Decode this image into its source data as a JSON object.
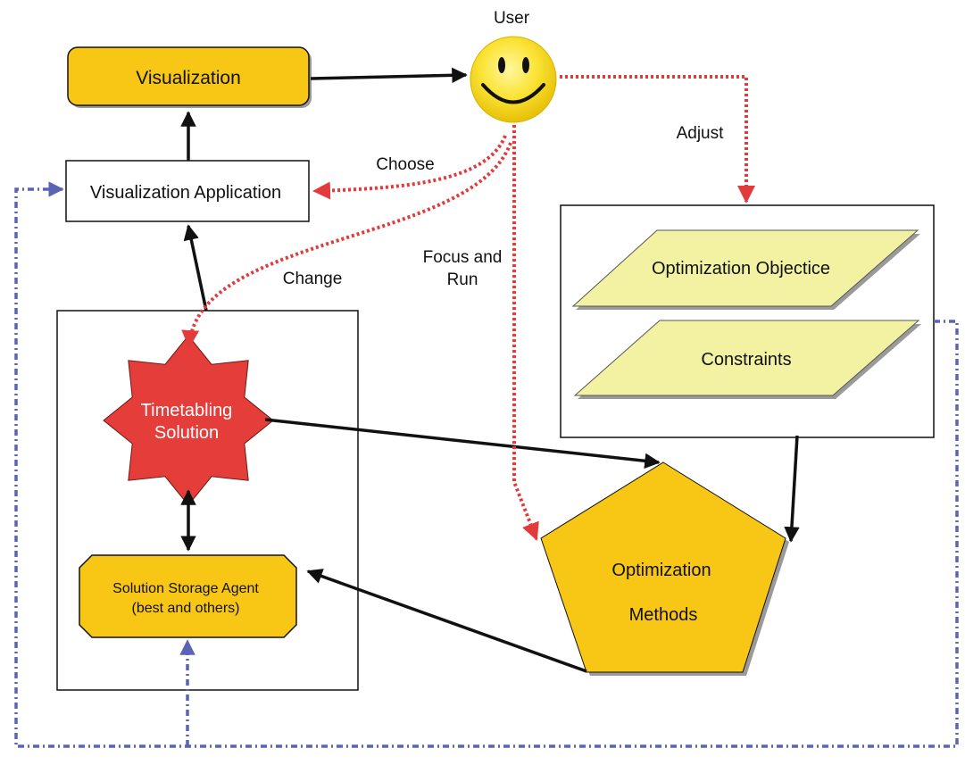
{
  "nodes": {
    "user": "User",
    "visualization": "Visualization",
    "visualization_application": "Visualization Application",
    "timetabling_solution": [
      "Timetabling",
      "Solution"
    ],
    "solution_storage_agent": [
      "Solution Storage Agent",
      "(best and others)"
    ],
    "optimization_methods": [
      "Optimization",
      "Methods"
    ],
    "optimization_objective": "Optimization Objectice",
    "constraints": "Constraints"
  },
  "edge_labels": {
    "choose": "Choose",
    "change": "Change",
    "focus_and_run": [
      "Focus and",
      "Run"
    ],
    "adjust": "Adjust"
  },
  "colors": {
    "gold": "#F8C614",
    "red_node": "#E43D3A",
    "pale_yellow": "#F3F2A2",
    "user_arrow_red": "#E33B3B",
    "feedback_blue": "#5B63B5",
    "solid_arrow": "#111111"
  }
}
